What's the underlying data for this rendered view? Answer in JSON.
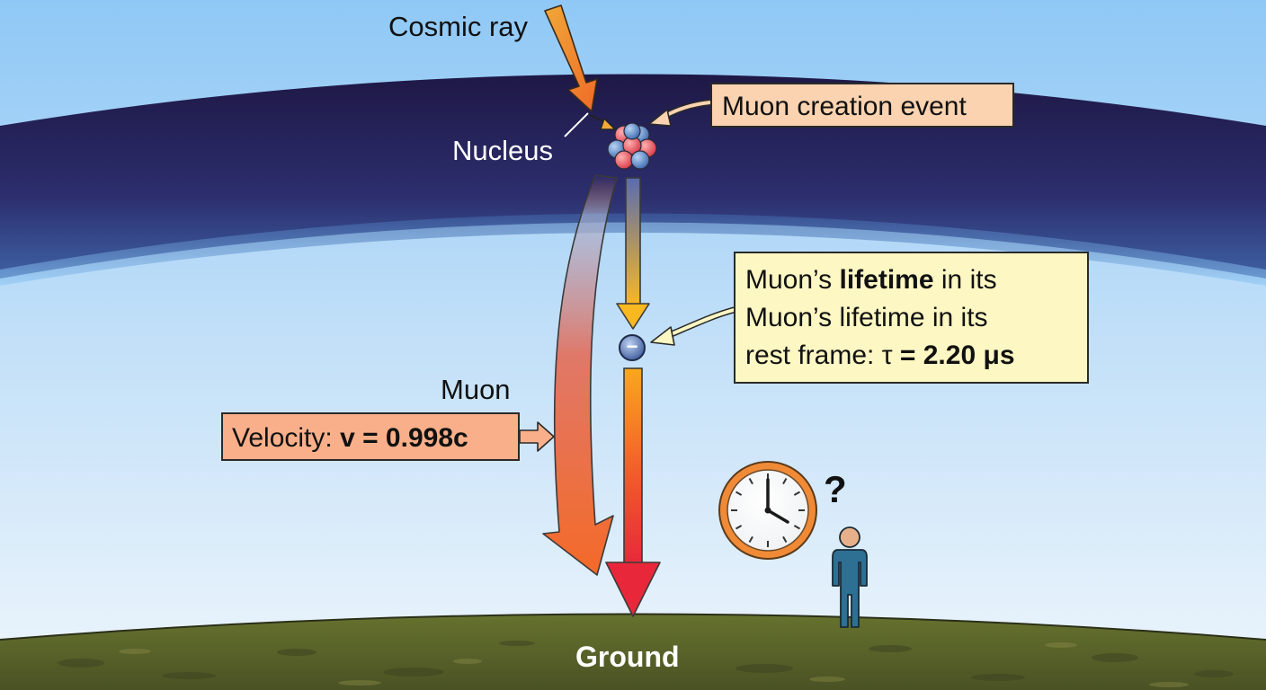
{
  "labels": {
    "cosmic_ray": "Cosmic ray",
    "nucleus": "Nucleus",
    "muon_creation_event": "Muon creation event",
    "muon": "Muon",
    "ground": "Ground",
    "question_mark": "?"
  },
  "velocity_box": {
    "prefix": "Velocity: ",
    "value": "v = 0.998c"
  },
  "lifetime_box": {
    "line1_prefix": "Muon’s ",
    "line1_bold": "lifetime",
    "line1_suffix": " in its",
    "line2": "Muon’s lifetime in its",
    "line3_prefix": "rest frame:  τ ",
    "line3_value": "= 2.20 μs"
  },
  "muon_particle": {
    "charge_symbol": "−"
  },
  "colors": {
    "sky_top": "#1e1848",
    "sky_light": "#8cc6f6",
    "sky_bottom": "#eef6fc",
    "ground": "#5e6a2e",
    "arrow_orange": "#f47a30",
    "arrow_red": "#e8283a",
    "arrow_yellow": "#f8b820",
    "box_peach": "#fbd3b0",
    "box_salmon": "#f9b08a",
    "box_yellow": "#fdf7c3",
    "person": "#2e6f94"
  },
  "icons": [
    "clock-icon",
    "person-icon",
    "nucleus-icon",
    "muon-particle-icon"
  ]
}
